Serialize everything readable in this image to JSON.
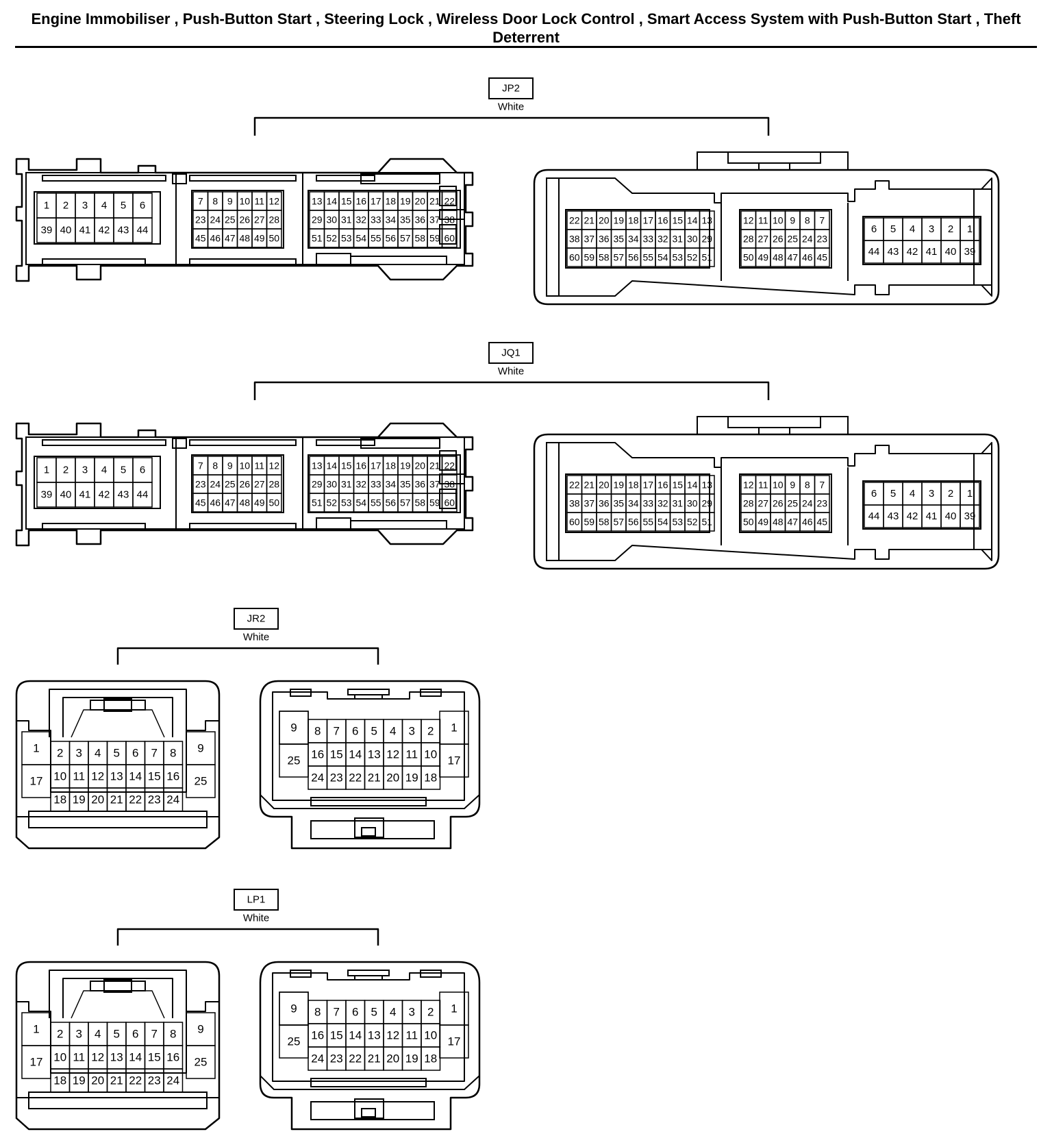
{
  "title": "Engine Immobiliser , Push-Button Start , Steering Lock , Wireless Door Lock Control , Smart Access System with Push-Button Start , Theft Deterrent",
  "connectors": [
    {
      "id": "JP2",
      "color": "White"
    },
    {
      "id": "JQ1",
      "color": "White"
    },
    {
      "id": "JR2",
      "color": "White"
    },
    {
      "id": "LP1",
      "color": "White"
    }
  ],
  "pin_layouts": {
    "large_male": {
      "left_block": [
        [
          "1",
          "2",
          "3",
          "4",
          "5",
          "6"
        ],
        [
          "39",
          "40",
          "41",
          "42",
          "43",
          "44"
        ]
      ],
      "middle_block": [
        [
          "7",
          "8",
          "9",
          "10",
          "11",
          "12"
        ],
        [
          "23",
          "24",
          "25",
          "26",
          "27",
          "28"
        ],
        [
          "45",
          "46",
          "47",
          "48",
          "49",
          "50"
        ]
      ],
      "right_block": [
        [
          "13",
          "14",
          "15",
          "16",
          "17",
          "18",
          "19",
          "20",
          "21",
          "22"
        ],
        [
          "29",
          "30",
          "31",
          "32",
          "33",
          "34",
          "35",
          "36",
          "37",
          "38"
        ],
        [
          "51",
          "52",
          "53",
          "54",
          "55",
          "56",
          "57",
          "58",
          "59",
          "60"
        ]
      ]
    },
    "large_female": {
      "left_block": [
        [
          "22",
          "21",
          "20",
          "19",
          "18",
          "17",
          "16",
          "15",
          "14",
          "13"
        ],
        [
          "38",
          "37",
          "36",
          "35",
          "34",
          "33",
          "32",
          "31",
          "30",
          "29"
        ],
        [
          "60",
          "59",
          "58",
          "57",
          "56",
          "55",
          "54",
          "53",
          "52",
          "51"
        ]
      ],
      "middle_block": [
        [
          "12",
          "11",
          "10",
          "9",
          "8",
          "7"
        ],
        [
          "28",
          "27",
          "26",
          "25",
          "24",
          "23"
        ],
        [
          "50",
          "49",
          "48",
          "47",
          "46",
          "45"
        ]
      ],
      "right_block": [
        [
          "6",
          "5",
          "4",
          "3",
          "2",
          "1"
        ],
        [
          "44",
          "43",
          "42",
          "41",
          "40",
          "39"
        ]
      ]
    },
    "small_male": {
      "left_col": [
        "1",
        "17"
      ],
      "center": [
        [
          "2",
          "3",
          "4",
          "5",
          "6",
          "7",
          "8"
        ],
        [
          "10",
          "11",
          "12",
          "13",
          "14",
          "15",
          "16"
        ],
        [
          "18",
          "19",
          "20",
          "21",
          "22",
          "23",
          "24"
        ]
      ],
      "right_col": [
        "9",
        "25"
      ]
    },
    "small_female": {
      "left_col": [
        "9",
        "25"
      ],
      "center": [
        [
          "8",
          "7",
          "6",
          "5",
          "4",
          "3",
          "2"
        ],
        [
          "16",
          "15",
          "14",
          "13",
          "12",
          "11",
          "10"
        ],
        [
          "24",
          "23",
          "22",
          "21",
          "20",
          "19",
          "18"
        ]
      ],
      "right_col": [
        "1",
        "17"
      ]
    }
  }
}
